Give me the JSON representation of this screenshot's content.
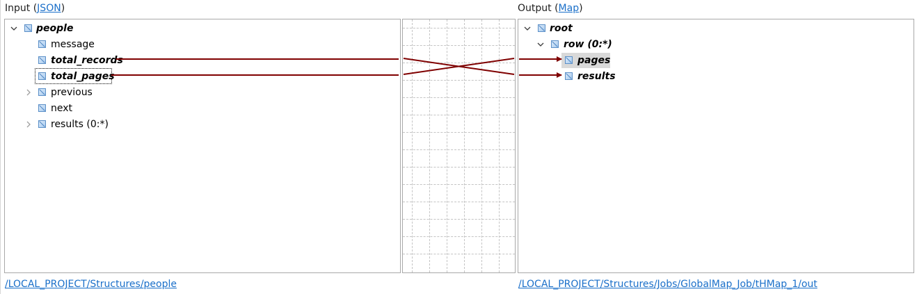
{
  "input": {
    "label_prefix": "Input (",
    "label_link": "JSON",
    "label_suffix": ")",
    "tree": [
      {
        "label": "people",
        "bold": true,
        "twisty": "expanded",
        "level": 0
      },
      {
        "label": "message",
        "bold": false,
        "twisty": "none",
        "level": 1
      },
      {
        "label": "total_records",
        "bold": true,
        "twisty": "none",
        "level": 1
      },
      {
        "label": "total_pages",
        "bold": true,
        "twisty": "none",
        "level": 1,
        "focused": true
      },
      {
        "label": "previous",
        "bold": false,
        "twisty": "collapsed",
        "level": 1
      },
      {
        "label": "next",
        "bold": false,
        "twisty": "none",
        "level": 1
      },
      {
        "label": "results (0:*)",
        "bold": false,
        "twisty": "collapsed",
        "level": 1
      }
    ],
    "path_link": "/LOCAL_PROJECT/Structures/people"
  },
  "output": {
    "label_prefix": "Output (",
    "label_link": "Map",
    "label_suffix": ")",
    "tree": [
      {
        "label": "root",
        "bold": true,
        "twisty": "expanded",
        "level": 0
      },
      {
        "label": "row (0:*)",
        "bold": true,
        "twisty": "expanded",
        "level": 1
      },
      {
        "label": "pages",
        "bold": true,
        "twisty": "none",
        "level": 2,
        "selected": true
      },
      {
        "label": "results",
        "bold": true,
        "twisty": "none",
        "level": 2
      }
    ],
    "path_link": "/LOCAL_PROJECT/Structures/Jobs/GlobalMap_Job/tHMap_1/out"
  },
  "mappings": [
    {
      "from": "total_records",
      "to": "results"
    },
    {
      "from": "total_pages",
      "to": "pages"
    }
  ],
  "colors": {
    "link_line": "#7f0000",
    "panel_border": "#a8a8a8",
    "grid_dash": "#c4c4c4",
    "hyperlink": "#1a6fc9",
    "selection": "#d9d9d9"
  }
}
